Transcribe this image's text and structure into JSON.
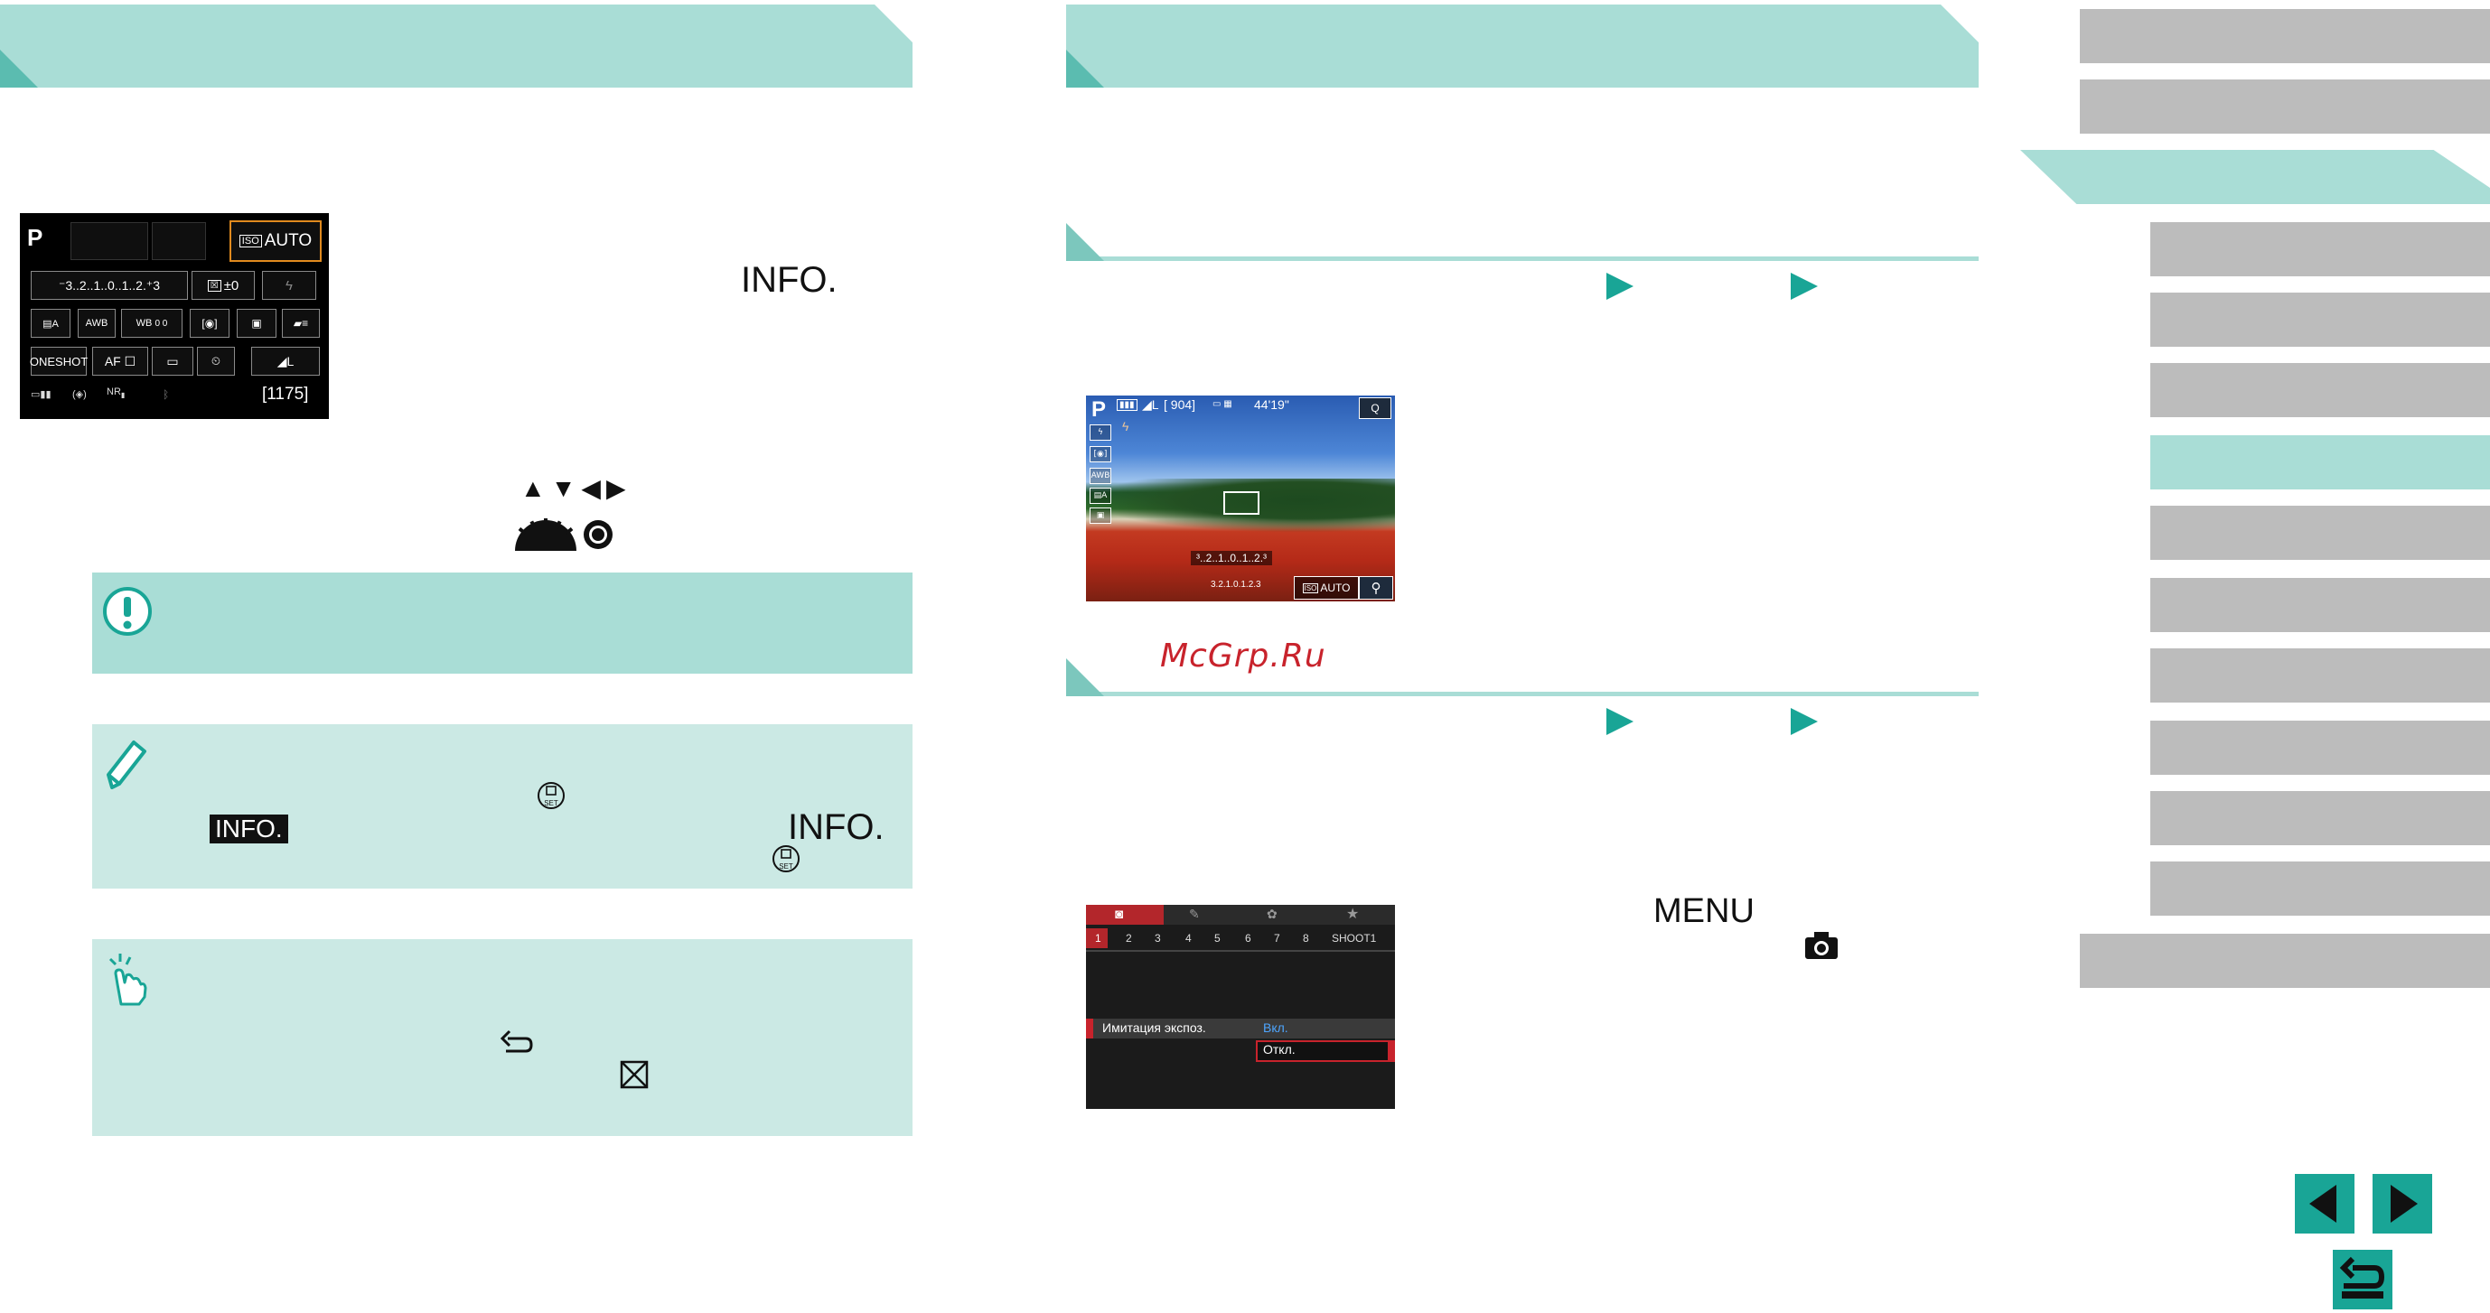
{
  "left_camera_screen": {
    "mode": "P",
    "iso": "AUTO",
    "exposure_scale": "⁻3..2..1..0..1..2.⁺3",
    "exp_comp": "±0",
    "wb_shift_label": "WB",
    "wb_shift_values": "0 0",
    "af_operation": "ONESHOT",
    "af_method": "AF",
    "image_quality": "L",
    "shots_remaining": "[1175]",
    "nr_label": "NR"
  },
  "left_keys": {
    "info_key": "INFO.",
    "arrows": "▲▼◀▶"
  },
  "note_caution": {},
  "note_tip": {
    "info_icon_label": "INFO.",
    "info_key": "INFO."
  },
  "live_view": {
    "mode": "P",
    "image_quality": "L",
    "shots": "[ 904]",
    "movie_time": "44'19\"",
    "q_label": "Q",
    "exposure_scale": "³..2..1..0..1..2.³",
    "exposure_scale_small": "3.2.1.0.1.2.3",
    "iso": "AUTO"
  },
  "watermark": "McGrp.Ru",
  "menu_screen": {
    "tab_numbers": [
      "1",
      "2",
      "3",
      "4",
      "5",
      "6",
      "7",
      "8"
    ],
    "tab_name": "SHOOT1",
    "item_label": "Имитация экспоз.",
    "option_on": "Вкл.",
    "option_off": "Откл."
  },
  "menu_key": "MENU",
  "nav_arrows": {
    "prev": "◀",
    "next": "▶"
  },
  "colors": {
    "header_mint": "#a9ddd6",
    "accent_teal": "#19a596",
    "nav_grey": "#bcbcbc"
  }
}
